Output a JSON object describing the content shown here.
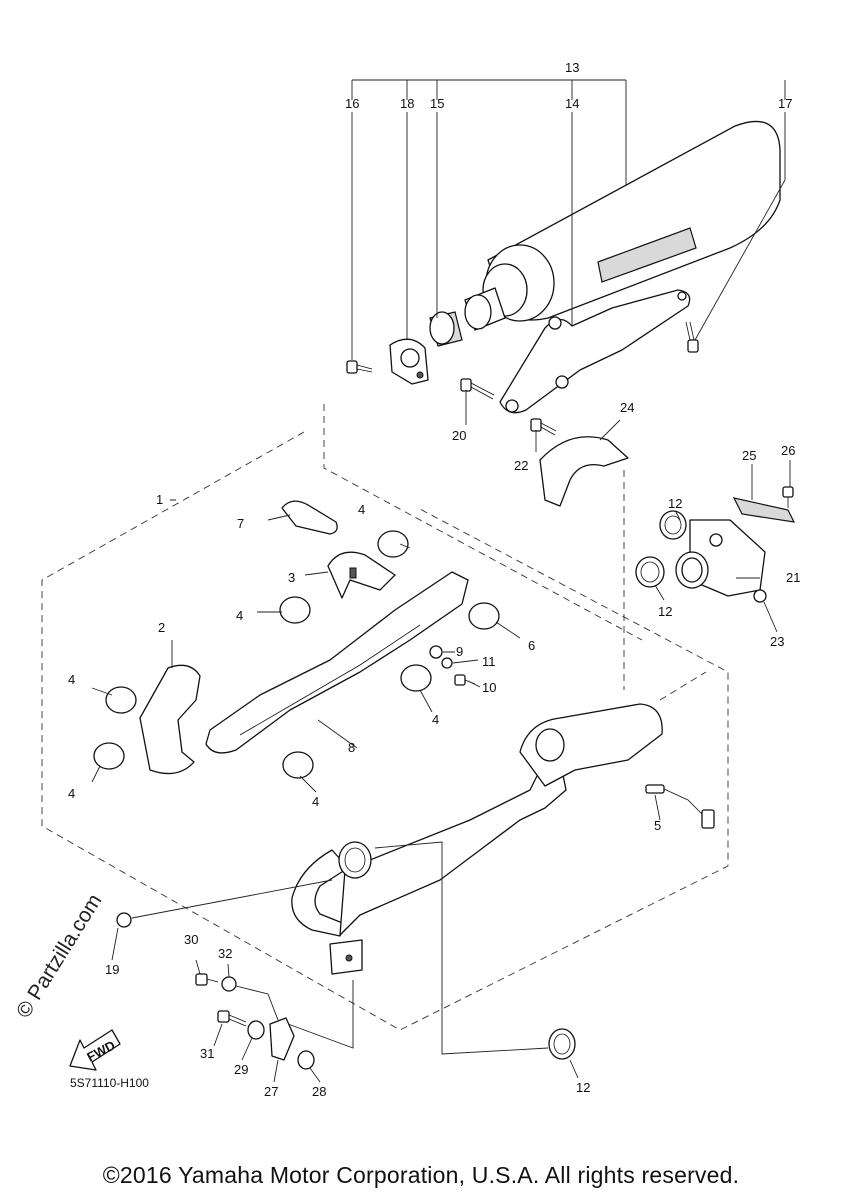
{
  "diagram": {
    "callouts": [
      "1",
      "2",
      "3",
      "4",
      "4",
      "4",
      "4",
      "4",
      "4",
      "5",
      "6",
      "7",
      "8",
      "9",
      "10",
      "11",
      "12",
      "12",
      "12",
      "13",
      "14",
      "15",
      "16",
      "17",
      "18",
      "19",
      "20",
      "21",
      "22",
      "23",
      "24",
      "25",
      "26",
      "27",
      "28",
      "29",
      "30",
      "31",
      "32"
    ],
    "diagram_code": "5S71110-H100",
    "fwd_label": "FWD",
    "watermark": "© Partzilla.com",
    "copyright": "©2016 Yamaha Motor Corporation, U.S.A. All rights reserved."
  }
}
